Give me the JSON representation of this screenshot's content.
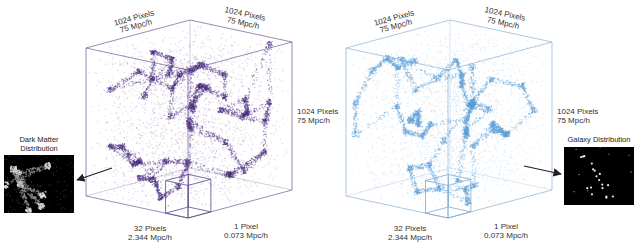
{
  "diagram": {
    "nodes": [
      {
        "text": [
          "Dark Matter Distribution"
        ]
      },
      {
        "text": [
          "Galaxy Distribution"
        ]
      }
    ],
    "labels": [
      "1024 Pixels",
      "75 Mpc/h",
      "1024 Pixels",
      "75 Mpc/h",
      "1024 Pixels",
      "75 Mpc/h",
      "32 Pixels",
      "2.344 Mpc/h",
      "1 Pixel",
      "0.073 Mpc/h",
      "1024 Pixels",
      "75 Mpc/h",
      "1024 Pixels",
      "75 Mpc/h",
      "1024 Pixels",
      "75 Mpc/h",
      "32 Pixels",
      "2.344 Mpc/h",
      "1 Pixel",
      "0.073 Mpc/h"
    ]
  }
}
